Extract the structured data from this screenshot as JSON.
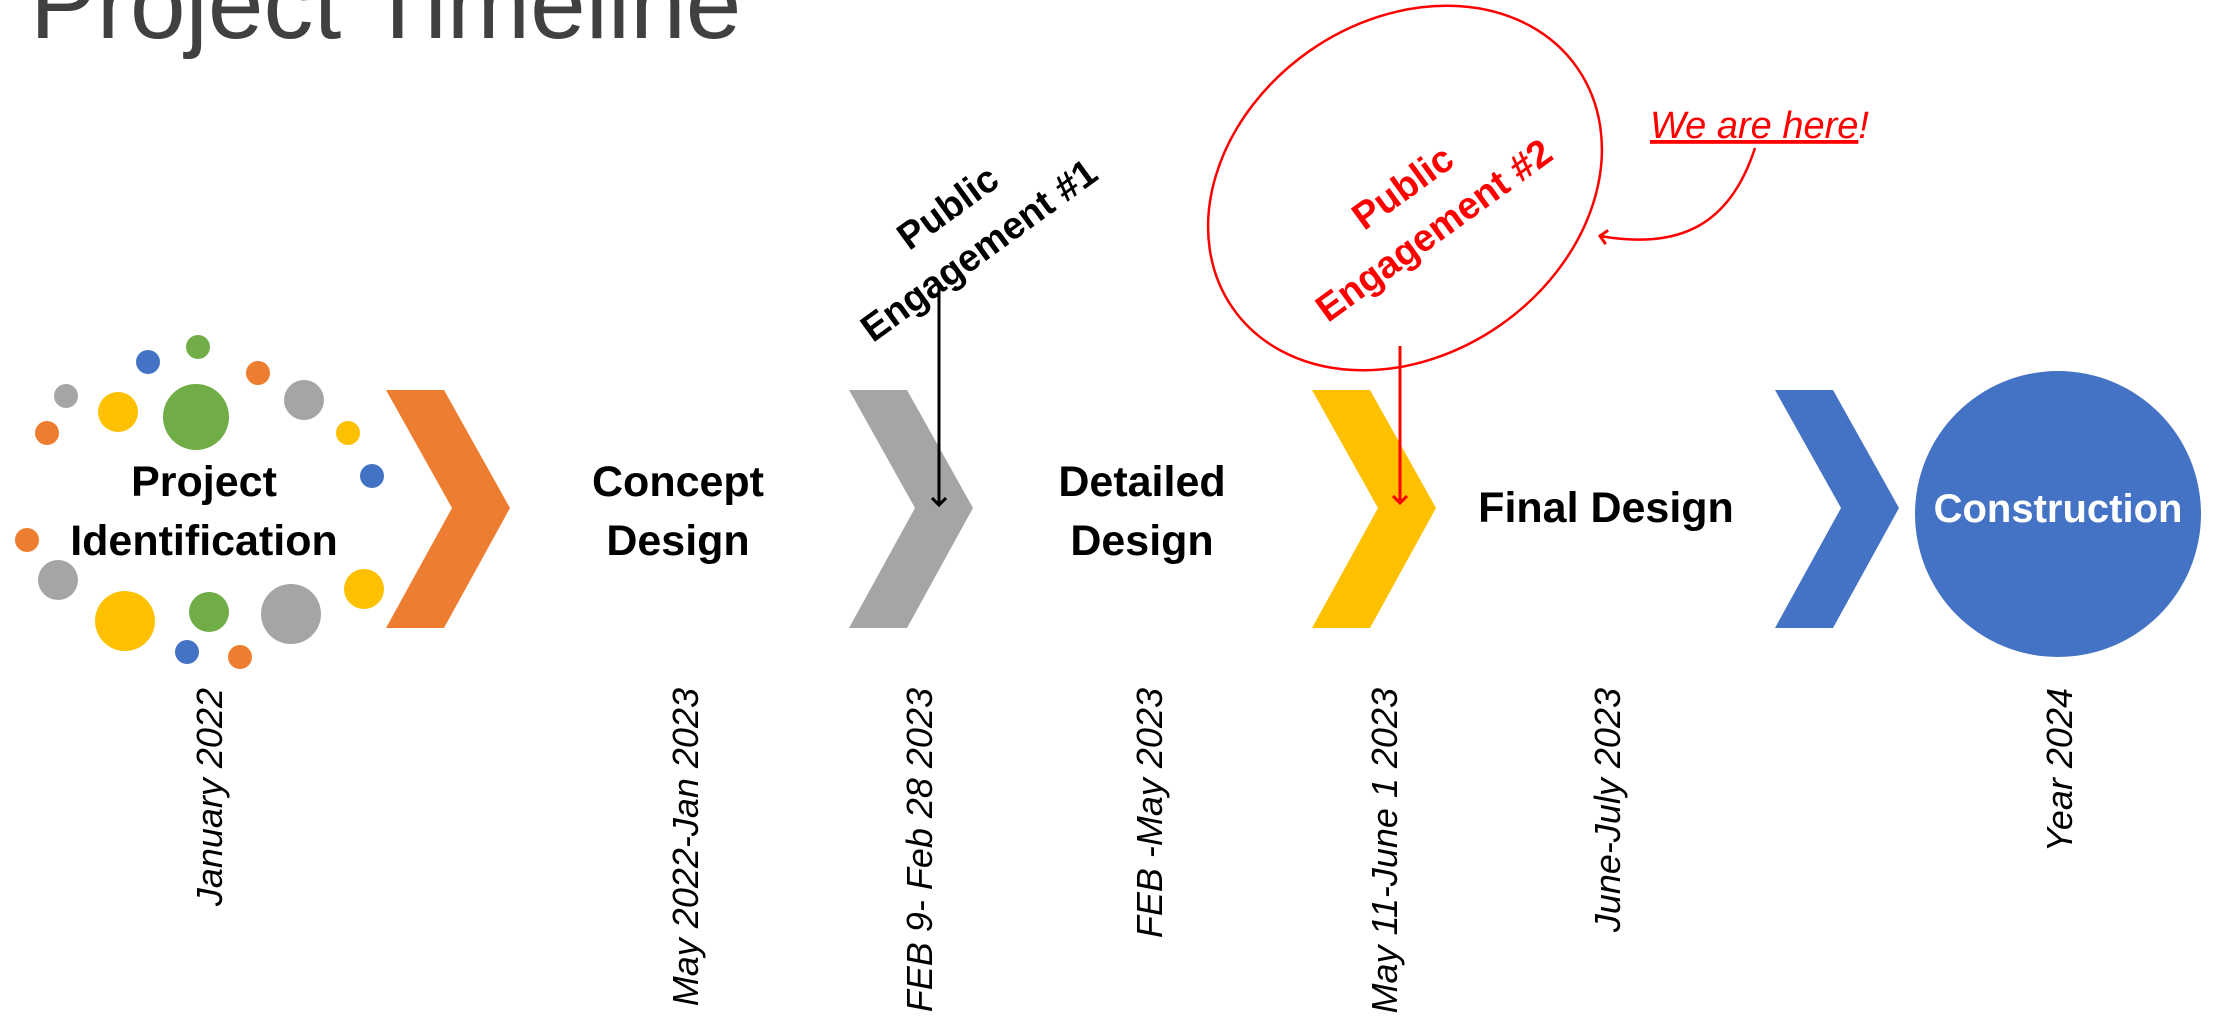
{
  "title": "Project Timeline",
  "colors": {
    "orange": "#ED7D31",
    "gray": "#A5A5A5",
    "yellow": "#FFC000",
    "blue": "#4472C4",
    "green": "#70AD47",
    "red": "#FF0000",
    "text": "#000000"
  },
  "stages": {
    "identification": {
      "line1": "Project",
      "line2": "Identification",
      "date": "January 2022"
    },
    "concept": {
      "line1": "Concept",
      "line2": "Design",
      "date": "May 2022-Jan 2023"
    },
    "detailed": {
      "line1": "Detailed",
      "line2": "Design",
      "date": "FEB -May 2023"
    },
    "final": {
      "label": "Final Design",
      "date": "June-July 2023"
    },
    "construction": {
      "label": "Construction",
      "date": "Year 2024"
    }
  },
  "engagements": {
    "first": {
      "line1": "Public",
      "line2": "Engagement #1",
      "date": "FEB 9- Feb 28 2023"
    },
    "second": {
      "line1": "Public",
      "line2": "Engagement #2",
      "date": "May 11-June 1 2023"
    }
  },
  "callout": {
    "text": "We are here",
    "suffix": "!"
  }
}
